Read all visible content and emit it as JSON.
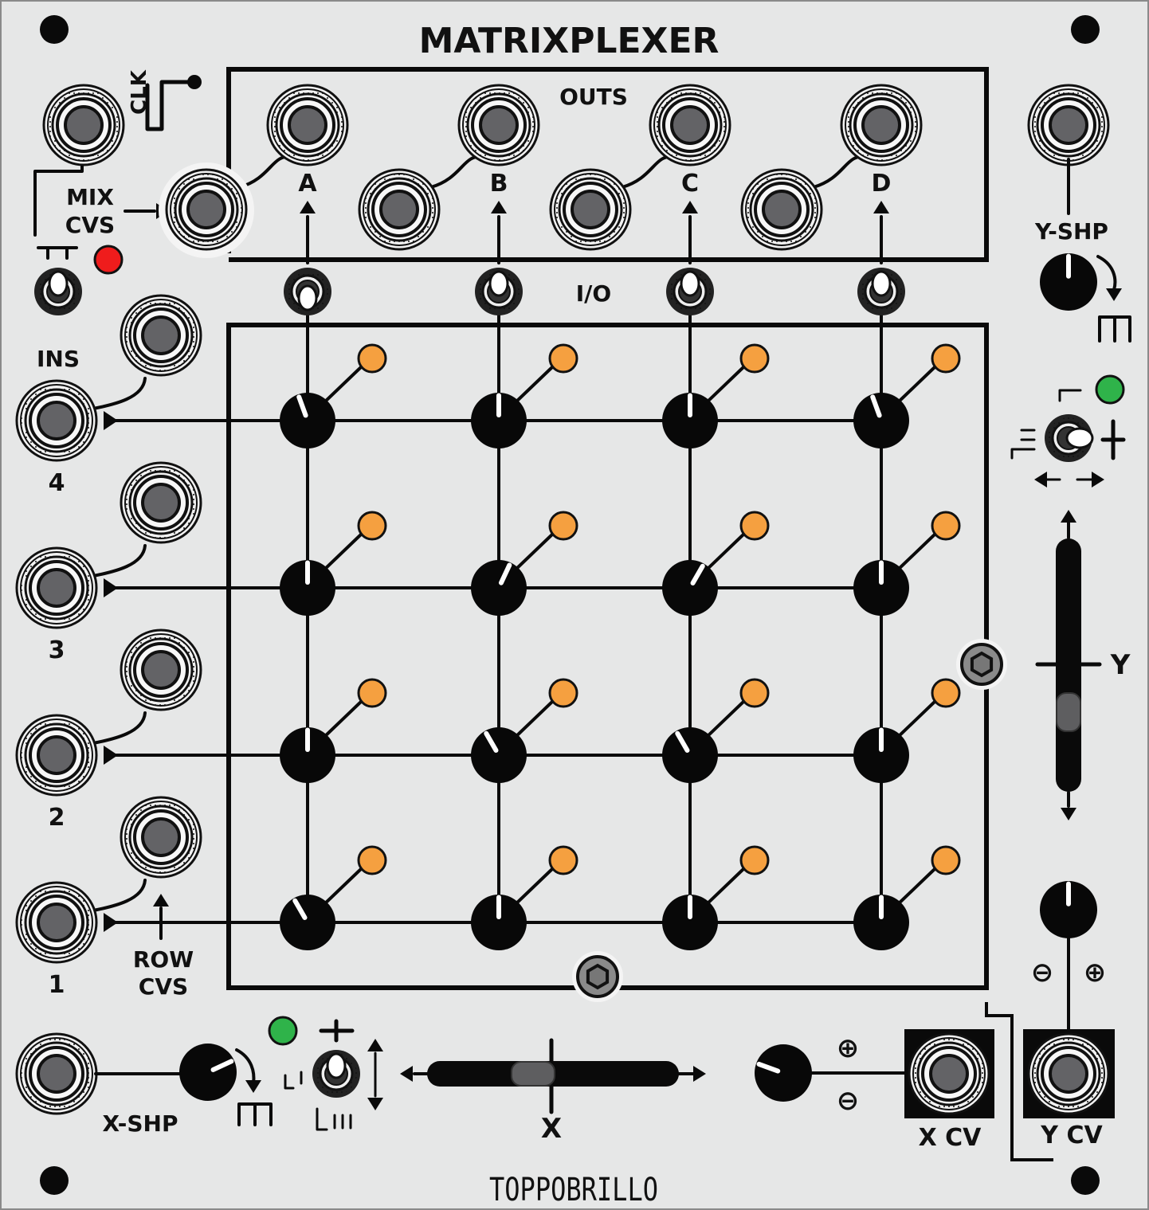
{
  "module": {
    "title": "MATRIXPLEXER",
    "brand": "TOPPOBRILLO",
    "panel_color": "#e6e7e7",
    "knob_color": "#080808",
    "led_colors": {
      "red": "#ef1c1c",
      "green": "#2fb34a",
      "orange": "#f5a040"
    }
  },
  "labels": {
    "clk": "CLK",
    "outs": "OUTS",
    "mix_cvs_1": "MIX",
    "mix_cvs_2": "CVS",
    "io": "I/O",
    "ins": "INS",
    "row_cvs_1": "ROW",
    "row_cvs_2": "CVS",
    "y_shp": "Y-SHP",
    "x_shp": "X-SHP",
    "x": "X",
    "y": "Y",
    "x_cv": "X CV",
    "y_cv": "Y CV",
    "plus": "⊕",
    "minus": "⊖"
  },
  "outputs": [
    "A",
    "B",
    "C",
    "D"
  ],
  "inputs": [
    "4",
    "3",
    "2",
    "1"
  ],
  "leds": {
    "mix_cv_led": "red",
    "y_mode_led": "green",
    "x_mode_led": "green",
    "cell_leds": "orange"
  },
  "icons": {
    "clock": "clock-gate-icon",
    "pulse": "pulse-wave-icon",
    "stairs": "staircase-icon",
    "arrow": "arrow-icon",
    "screw": "hex-screw-icon"
  }
}
